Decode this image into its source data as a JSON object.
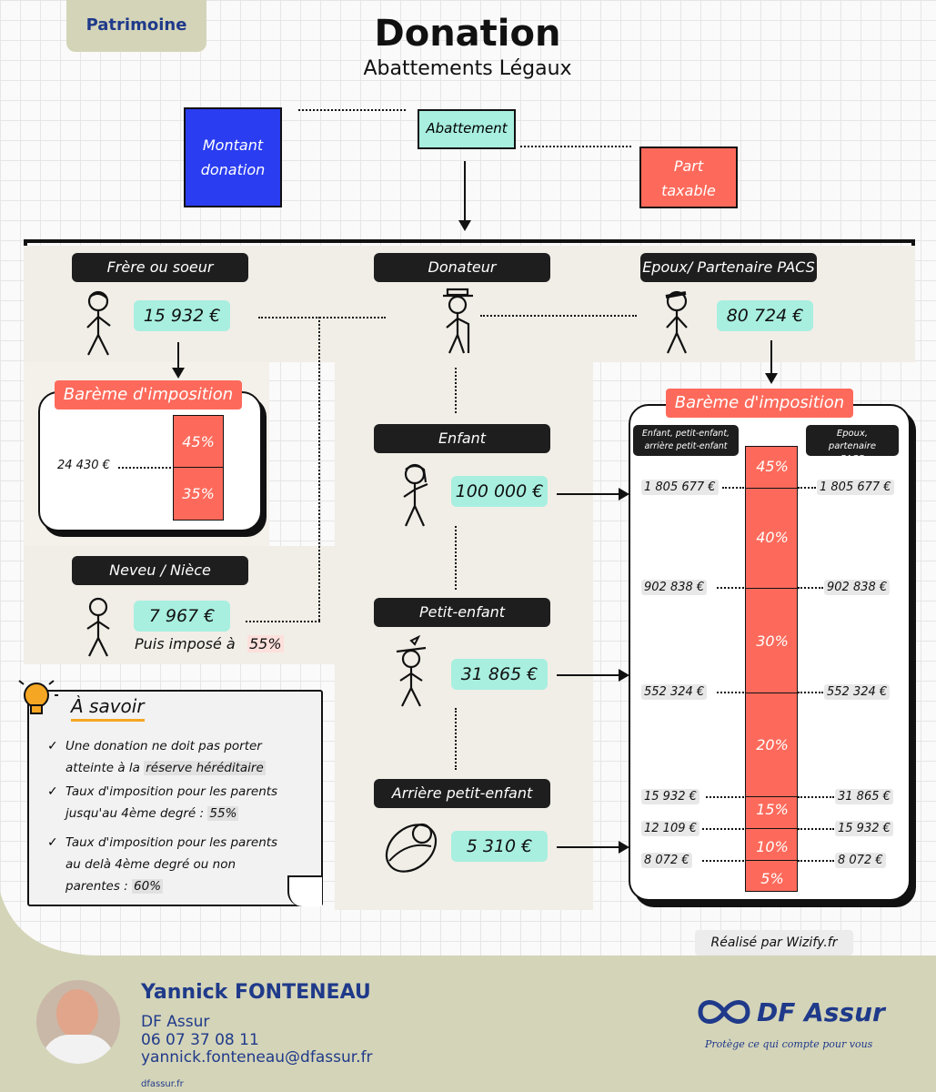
{
  "header": {
    "tag": "Patrimoine",
    "title": "Donation",
    "subtitle": "Abattements Légaux"
  },
  "legend": {
    "montant": "Montant donation",
    "abattement": "Abattement",
    "part_taxable": "Part taxable"
  },
  "donateur": "Donateur",
  "frere": {
    "label": "Frère ou soeur",
    "amount": "15 932 €"
  },
  "epoux": {
    "label": "Epoux/ Partenaire PACS",
    "amount": "80 724 €"
  },
  "neveu": {
    "label": "Neveu / Nièce",
    "amount": "7 967 €",
    "note_prefix": "Puis imposé à",
    "note_rate": "55%"
  },
  "enfant": {
    "label": "Enfant",
    "amount": "100 000 €"
  },
  "petit_enfant": {
    "label": "Petit-enfant",
    "amount": "31 865 €"
  },
  "arriere": {
    "label": "Arrière petit-enfant",
    "amount": "5 310 €"
  },
  "bareme_small": {
    "title": "Barème d'imposition",
    "threshold": "24 430 €",
    "rates": [
      "45%",
      "35%"
    ]
  },
  "bareme_big": {
    "title": "Barème d'imposition",
    "col_left": "Enfant, petit-enfant, arrière petit-enfant",
    "col_right": "Epoux, partenaire PACS",
    "rates": [
      "45%",
      "40%",
      "30%",
      "20%",
      "15%",
      "10%",
      "5%"
    ],
    "left_thresholds": [
      "1 805 677 €",
      "902 838 €",
      "552 324 €",
      "15 932 €",
      "12 109 €",
      "8 072 €"
    ],
    "right_thresholds": [
      "1 805 677 €",
      "902 838 €",
      "552 324 €",
      "31 865 €",
      "15 932 €",
      "8 072 €"
    ]
  },
  "savoir": {
    "title": "À savoir",
    "items": [
      {
        "line1": "Une donation ne doit pas porter",
        "line2_prefix": "atteinte à la",
        "line2_hl": "réserve héréditaire"
      },
      {
        "line1": "Taux d'imposition pour les parents",
        "line2_prefix": "jusqu'au 4ème degré :",
        "line2_hl": "55%"
      },
      {
        "line1": "Taux d'imposition pour les parents",
        "line2": "au delà 4ème degré ou non",
        "line3_prefix": "parentes :",
        "line3_hl": "60%"
      }
    ]
  },
  "credit": "Réalisé par Wizify.fr",
  "footer": {
    "name": "Yannick FONTENEAU",
    "company": "DF Assur",
    "phone": "06 07 37 08 11",
    "email": "yannick.fonteneau@dfassur.fr",
    "website": "dfassur.fr",
    "logo_text": "DF Assur",
    "slogan": "Protège ce qui compte pour vous"
  },
  "colors": {
    "blue": "#2a3df0",
    "mint": "#a8efe0",
    "coral": "#fd6a5b",
    "dark": "#1e1e1e",
    "footer_bg": "#d4d4b8",
    "navy": "#1f3a8a"
  }
}
